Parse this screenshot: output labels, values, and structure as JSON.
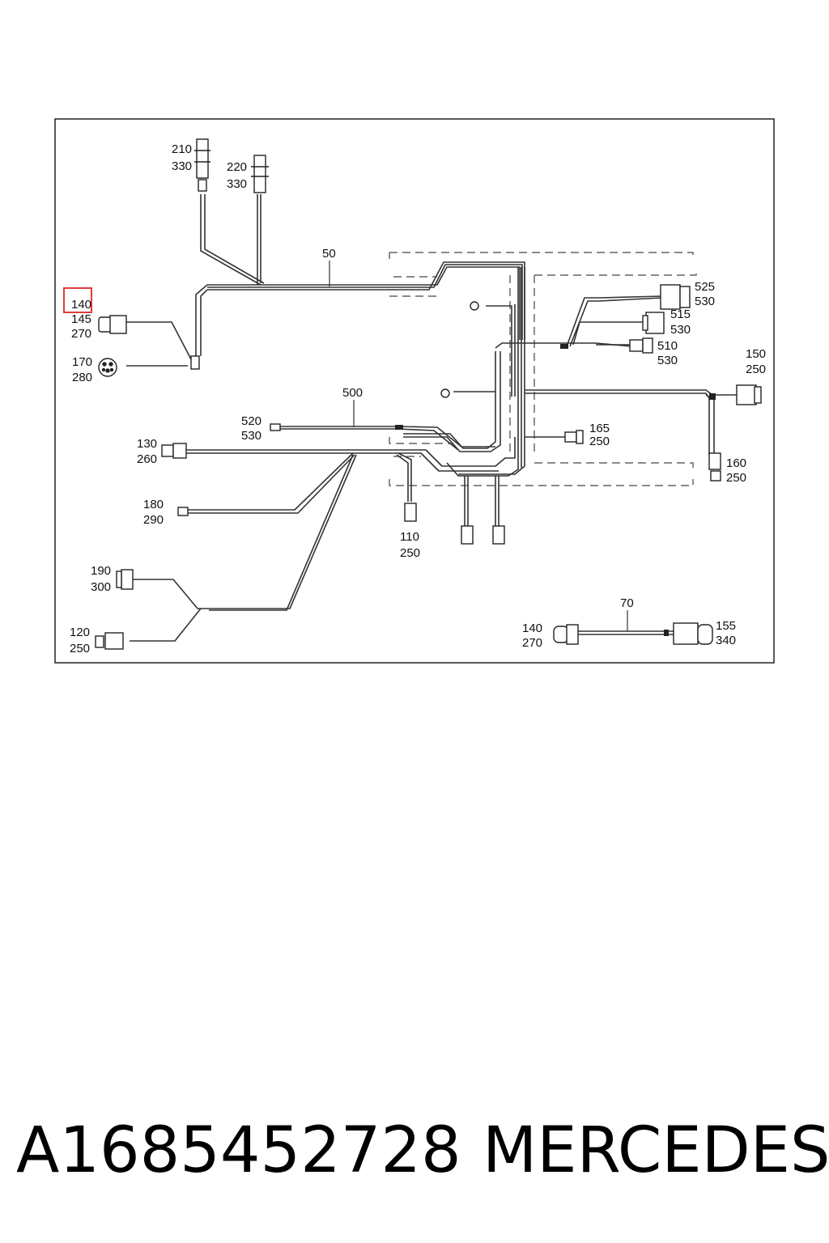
{
  "diagram": {
    "frame_color": "#222222",
    "wire_color": "#333333",
    "highlight_color": "#e03c3c",
    "bundle_label_main": "50",
    "bundle_label_secondary": "500",
    "bundle_label_extension": "70",
    "callouts": [
      {
        "id": "c-210-330",
        "lines": [
          "210",
          "330"
        ]
      },
      {
        "id": "c-220-330",
        "lines": [
          "220",
          "330"
        ]
      },
      {
        "id": "c-140-145-270",
        "lines": [
          "140",
          "145",
          "270"
        ]
      },
      {
        "id": "c-170-280",
        "lines": [
          "170",
          "280"
        ]
      },
      {
        "id": "c-525-530",
        "lines": [
          "525",
          "530"
        ]
      },
      {
        "id": "c-515-530",
        "lines": [
          "515",
          "530"
        ]
      },
      {
        "id": "c-510-530",
        "lines": [
          "510",
          "530"
        ]
      },
      {
        "id": "c-150-250",
        "lines": [
          "150",
          "250"
        ]
      },
      {
        "id": "c-520-530",
        "lines": [
          "520",
          "530"
        ]
      },
      {
        "id": "c-165-250",
        "lines": [
          "165",
          "250"
        ]
      },
      {
        "id": "c-130-260",
        "lines": [
          "130",
          "260"
        ]
      },
      {
        "id": "c-160-250",
        "lines": [
          "160",
          "250"
        ]
      },
      {
        "id": "c-180-290",
        "lines": [
          "180",
          "290"
        ]
      },
      {
        "id": "c-110-250",
        "lines": [
          "110",
          "250"
        ]
      },
      {
        "id": "c-190-300",
        "lines": [
          "190",
          "300"
        ]
      },
      {
        "id": "c-120-250",
        "lines": [
          "120",
          "250"
        ]
      },
      {
        "id": "c-140-270",
        "lines": [
          "140",
          "270"
        ]
      },
      {
        "id": "c-155-340",
        "lines": [
          "155",
          "340"
        ]
      }
    ]
  },
  "caption": {
    "part_number": "A1685452728",
    "brand": "MERCEDES"
  }
}
